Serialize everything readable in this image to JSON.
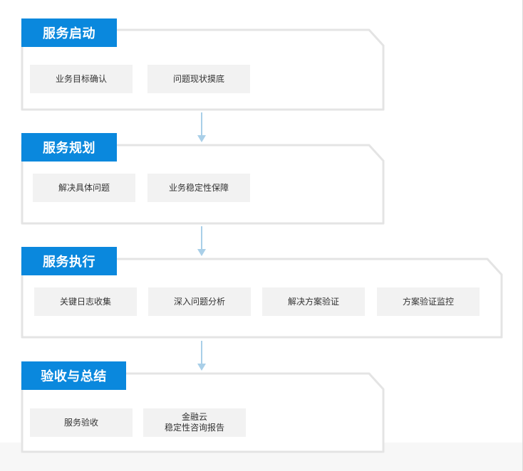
{
  "stages": [
    {
      "title": "服务启动",
      "items": [
        "业务目标确认",
        "问题现状摸底"
      ]
    },
    {
      "title": "服务规划",
      "items": [
        "解决具体问题",
        "业务稳定性保障"
      ]
    },
    {
      "title": "服务执行",
      "items": [
        "关键日志收集",
        "深入问题分析",
        "解决方案验证",
        "方案验证监控"
      ]
    },
    {
      "title": "验收与总结",
      "items": [
        "服务验收",
        "金融云\n稳定性咨询报告"
      ]
    }
  ],
  "colors": {
    "header_blue": "#0a88dd",
    "arrow": "#a9cfe8",
    "chip_bg": "#f2f2f2",
    "card_border": "#e4e4e4"
  }
}
